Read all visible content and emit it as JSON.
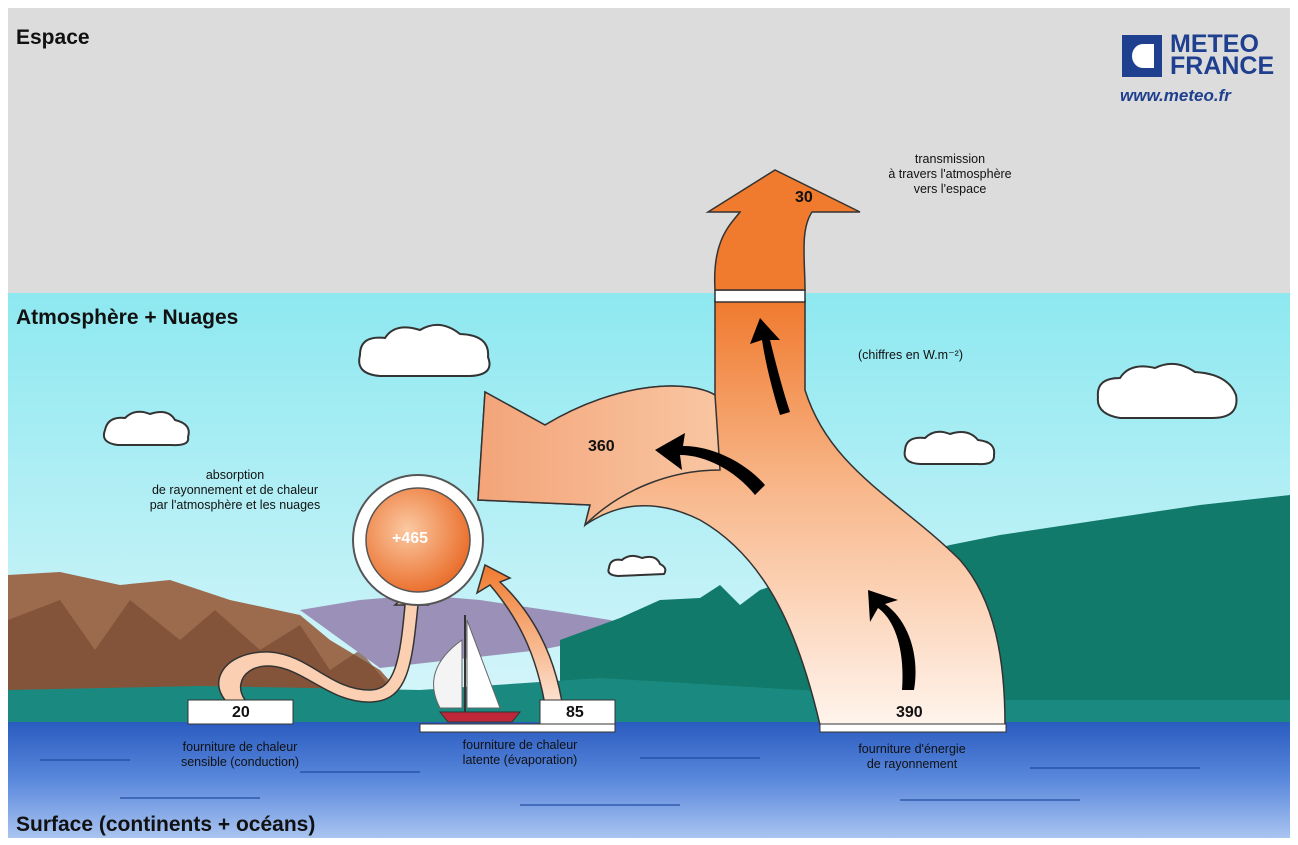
{
  "zones": {
    "space": "Espace",
    "atmosphere": "Atmosphère + Nuages",
    "surface": "Surface (continents + océans)"
  },
  "logo": {
    "name_line1": "METEO",
    "name_line2": "FRANCE",
    "url": "www.meteo.fr",
    "color": "#1f3f8f"
  },
  "units_note": "(chiffres en W.m⁻²)",
  "flows": {
    "transmission": {
      "value": "30",
      "caption_lines": [
        "transmission",
        "à travers l'atmosphère",
        "vers l'espace"
      ]
    },
    "back_radiation": {
      "value": "360"
    },
    "absorption": {
      "value": "+465",
      "caption_lines": [
        "absorption",
        "de rayonnement et de chaleur",
        "par l'atmosphère et les nuages"
      ]
    },
    "sensible_heat": {
      "value": "20",
      "caption_lines": [
        "fourniture de chaleur",
        "sensible (conduction)"
      ]
    },
    "latent_heat": {
      "value": "85",
      "caption_lines": [
        "fourniture de chaleur",
        "latente (évaporation)"
      ]
    },
    "surface_radiation": {
      "value": "390",
      "caption_lines": [
        "fourniture d'énergie",
        "de rayonnement"
      ]
    }
  },
  "colors": {
    "space": "#dcdcdc",
    "atmosphere": "#8ee8f0",
    "sea": "#2e62c4",
    "arrow_dark": "#f07a2e",
    "arrow_light": "#fde8d8"
  }
}
